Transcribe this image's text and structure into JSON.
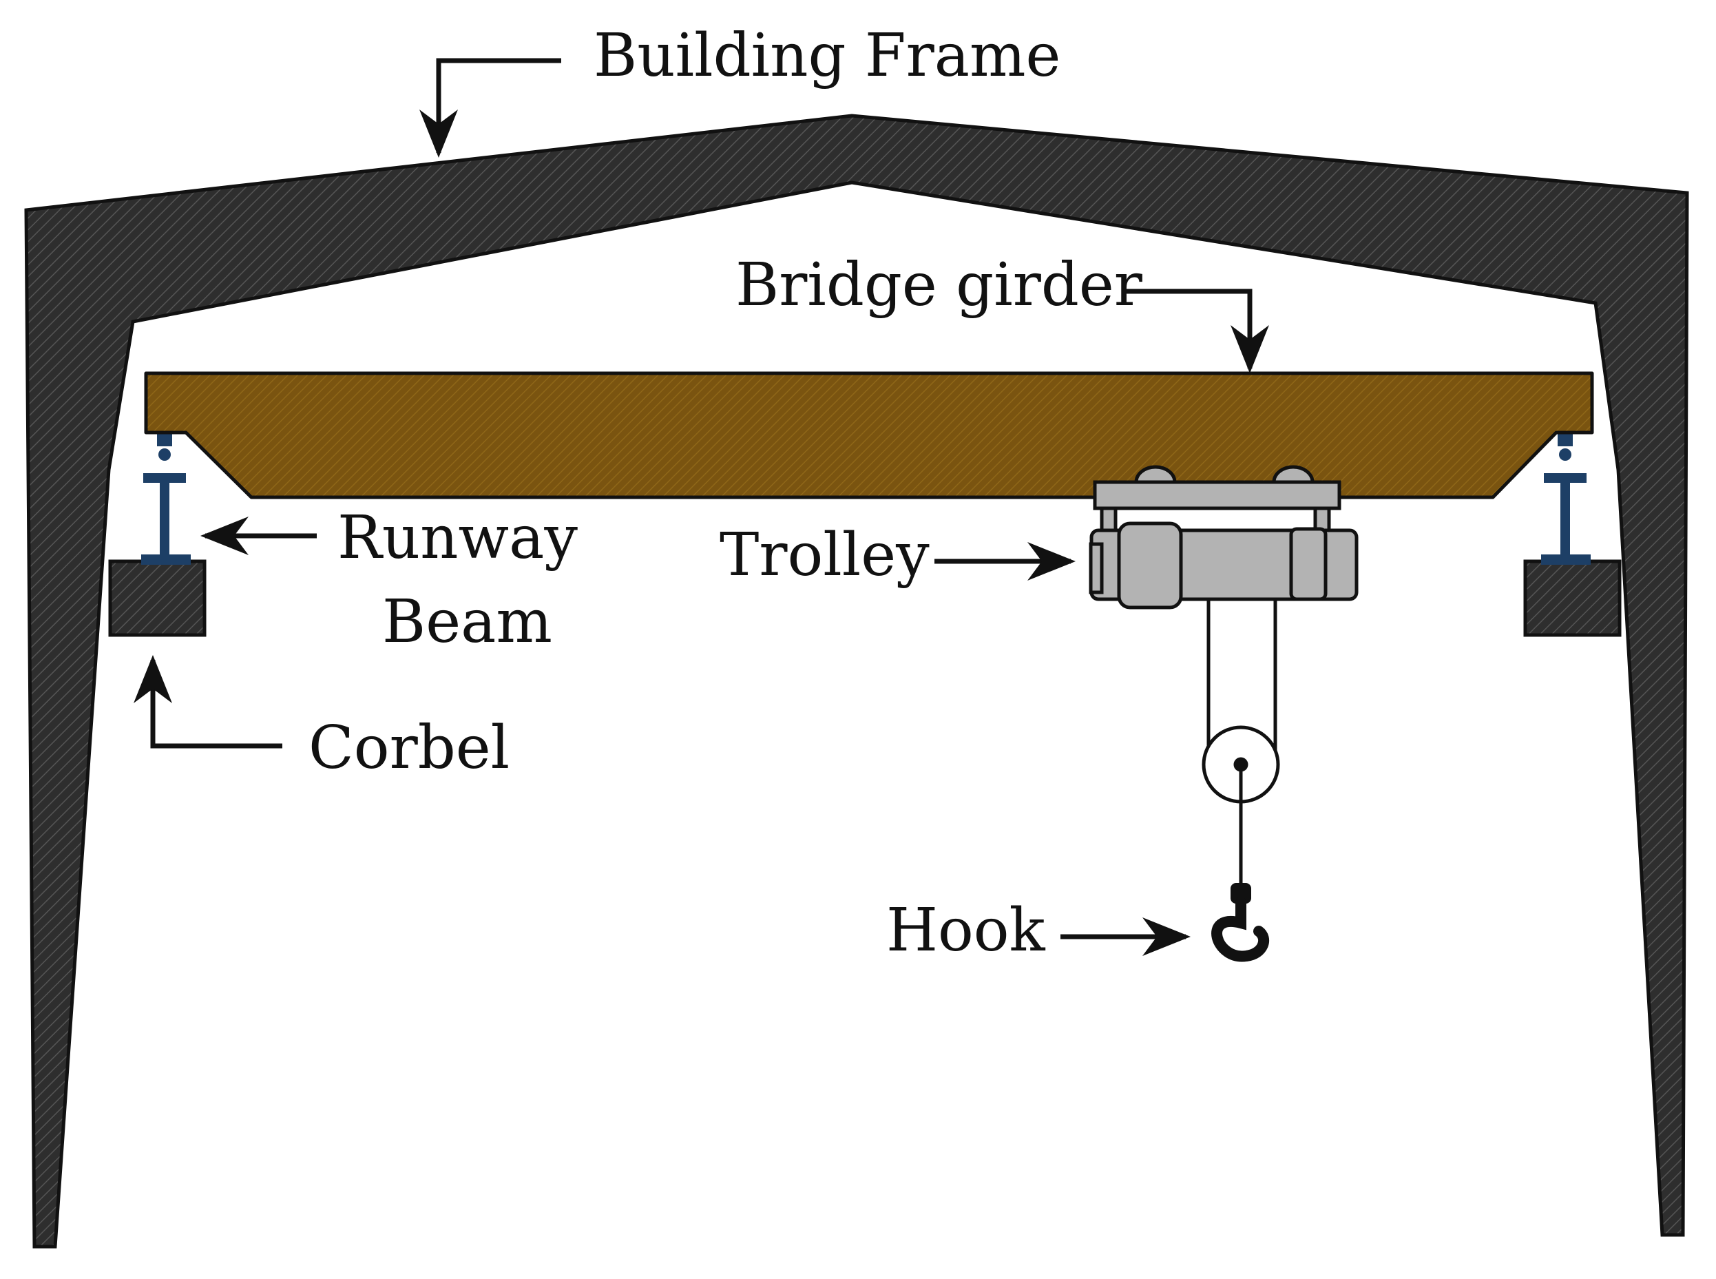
{
  "labels": {
    "building_frame": "Building Frame",
    "bridge_girder": "Bridge girder",
    "runway_beam_line1": "Runway",
    "runway_beam_line2": "Beam",
    "trolley": "Trolley",
    "corbel": "Corbel",
    "hook": "Hook"
  },
  "colors": {
    "frame": "#2e2e2e",
    "girder": "#7a5410",
    "runway_beam": "#1d3f66",
    "trolley": "#b3b3b3",
    "line": "#111111"
  }
}
